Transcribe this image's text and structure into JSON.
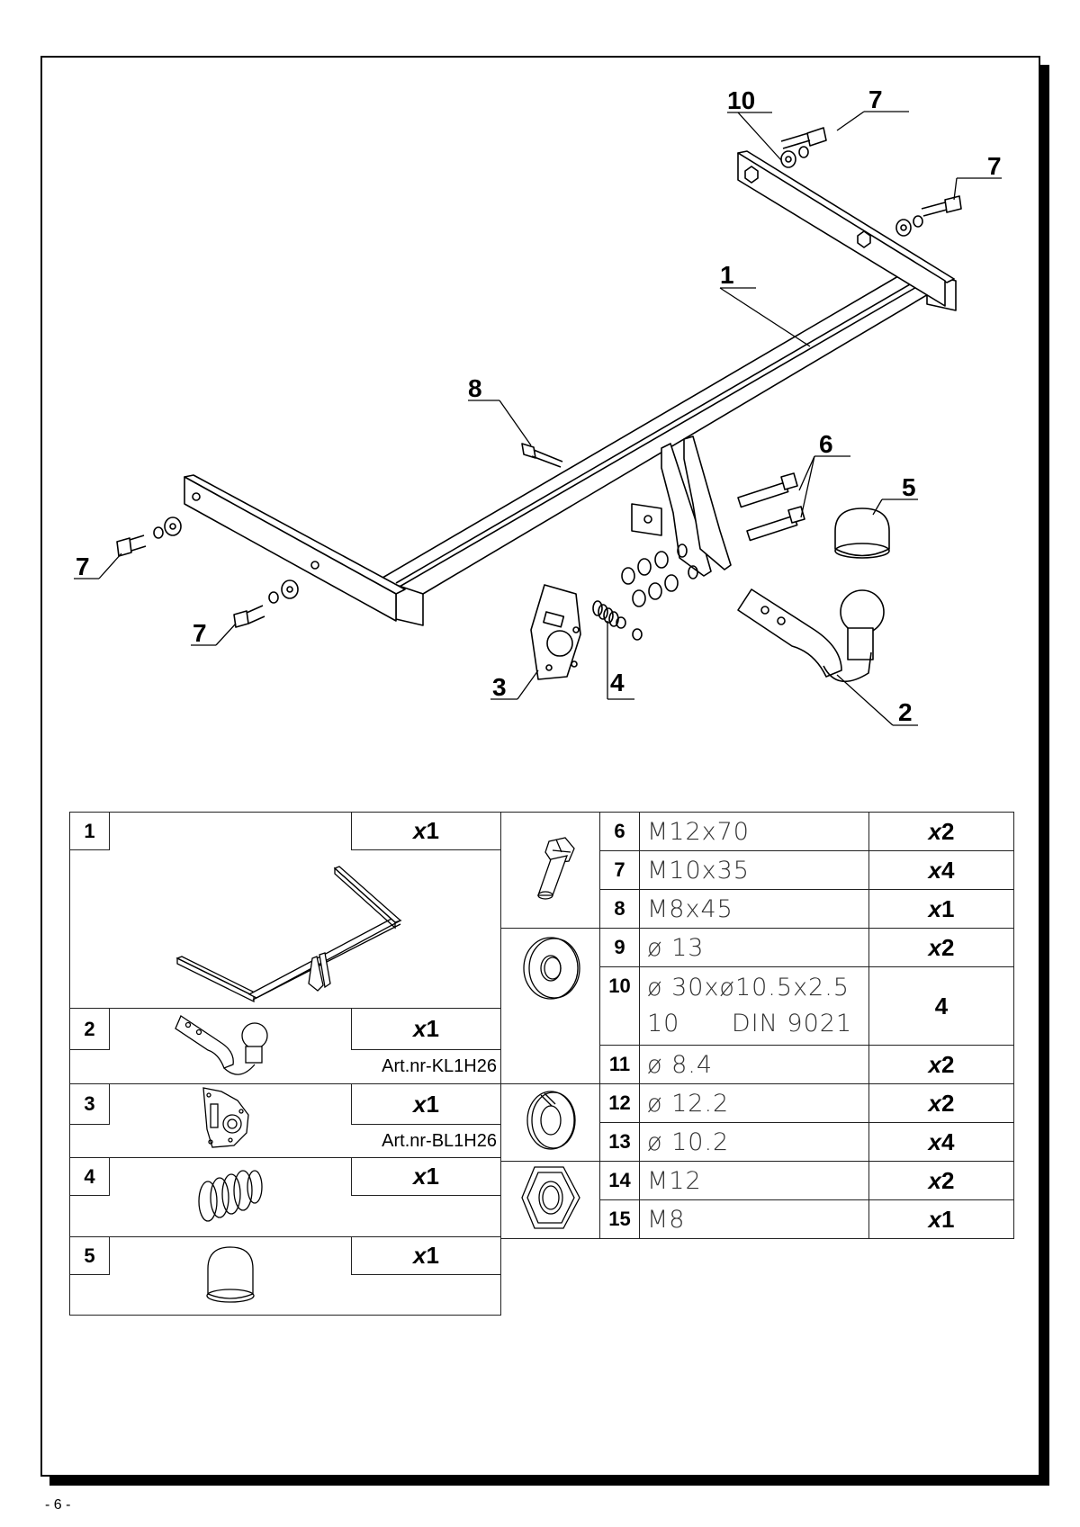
{
  "diagram": {
    "callouts": [
      "10",
      "7",
      "7",
      "1",
      "8",
      "6",
      "5",
      "7",
      "7",
      "3",
      "4",
      "2"
    ]
  },
  "left_table": {
    "rows": [
      {
        "number": "1",
        "quantity_prefix": "x",
        "quantity": "1",
        "icon": "towbar-frame-icon",
        "art_nr": ""
      },
      {
        "number": "2",
        "quantity_prefix": "x",
        "quantity": "1",
        "icon": "tow-ball-neck-icon",
        "art_nr": "Art.nr-KL1H26"
      },
      {
        "number": "3",
        "quantity_prefix": "x",
        "quantity": "1",
        "icon": "socket-plate-icon",
        "art_nr": "Art.nr-BL1H26"
      },
      {
        "number": "4",
        "quantity_prefix": "x",
        "quantity": "1",
        "icon": "spring-icon",
        "art_nr": ""
      },
      {
        "number": "5",
        "quantity_prefix": "x",
        "quantity": "1",
        "icon": "ball-cap-icon",
        "art_nr": ""
      }
    ]
  },
  "right_table": {
    "rows": [
      {
        "number": "6",
        "spec": "M12x70",
        "quantity_prefix": "x",
        "quantity": "2"
      },
      {
        "number": "7",
        "spec": "M10x35",
        "quantity_prefix": "x",
        "quantity": "4"
      },
      {
        "number": "8",
        "spec": "M8x45",
        "quantity_prefix": "x",
        "quantity": "1"
      },
      {
        "number": "9",
        "spec": "ø 13",
        "quantity_prefix": "x",
        "quantity": "2"
      },
      {
        "number": "10",
        "spec": "ø 30xø10.5x2.5",
        "spec_line2": "10      DIN 9021",
        "quantity_prefix": "",
        "quantity": "4"
      },
      {
        "number": "11",
        "spec": "ø 8.4",
        "quantity_prefix": "x",
        "quantity": "2"
      },
      {
        "number": "12",
        "spec": "ø 12.2",
        "quantity_prefix": "x",
        "quantity": "2"
      },
      {
        "number": "13",
        "spec": "ø 10.2",
        "quantity_prefix": "x",
        "quantity": "4"
      },
      {
        "number": "14",
        "spec": "M12",
        "quantity_prefix": "x",
        "quantity": "2"
      },
      {
        "number": "15",
        "spec": "M8",
        "quantity_prefix": "x",
        "quantity": "1"
      }
    ],
    "icons": [
      "bolt-icon",
      "washer-icon",
      "spring-washer-icon",
      "nut-icon"
    ]
  },
  "page_number": "- 6 -"
}
